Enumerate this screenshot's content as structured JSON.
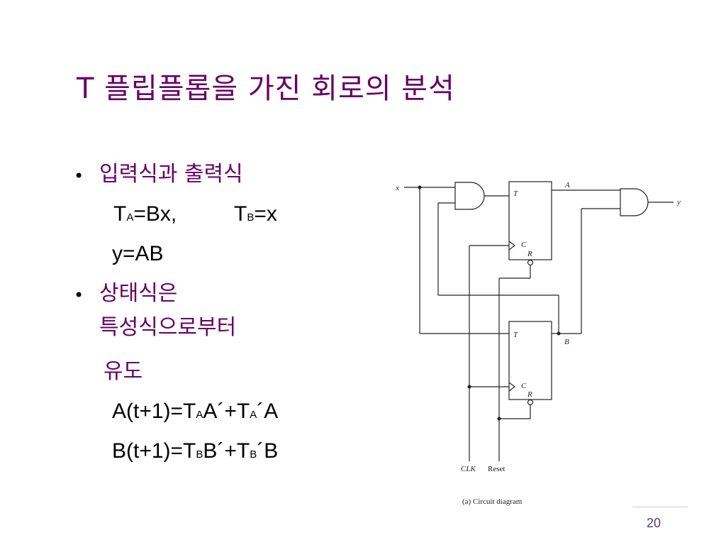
{
  "slide": {
    "title": "T 플립플롭을 가진 회로의 분석",
    "page_number": "20"
  },
  "bullets": [
    {
      "text": "입력식과 출력식"
    },
    {
      "text": "상태식은"
    }
  ],
  "bullet2_cont": [
    "특성식으로부터",
    "유도"
  ],
  "eq": {
    "ta_t": "T",
    "ta_sub": "A",
    "ta_rest": "=Bx,",
    "tb_t": "T",
    "tb_sub": "B",
    "tb_rest": "=x",
    "y": "y=AB",
    "a_pre": "A(t+1)=T",
    "a_s1": "A",
    "a_mid": "A´+T",
    "a_s2": "A",
    "a_end": "´A",
    "b_pre": "B(t+1)=T",
    "b_s1": "B",
    "b_mid": "B´+T",
    "b_s2": "B",
    "b_end": "´B"
  },
  "diagram": {
    "x_label": "x",
    "y_label": "y",
    "a_label": "A",
    "b_label": "B",
    "ff_t": "T",
    "ff_c": "C",
    "ff_r": "R",
    "clk_label": "CLK",
    "reset_label": "Reset",
    "caption": "(a) Circuit diagram"
  }
}
